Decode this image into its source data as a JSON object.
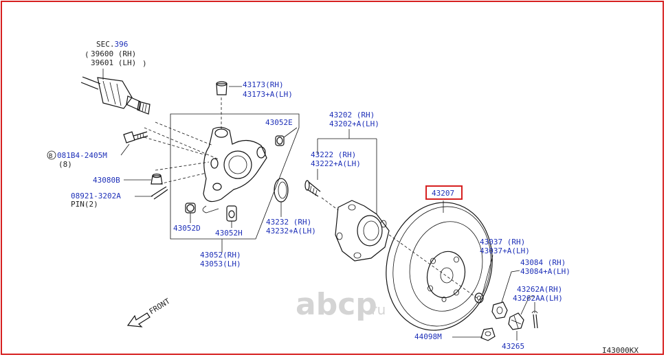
{
  "colors": {
    "frame": "#d61f1f",
    "label": "#1d2fb8",
    "ink": "#111111",
    "watermark": "#c8c8c8"
  },
  "labels": {
    "sec_prefix": "SEC.",
    "sec_num": "396",
    "p39600": "39600 (RH)",
    "p39601": "39601 (LH)",
    "paren_open": "(",
    "paren_close": ")",
    "p43173": "43173(RH)",
    "p43173a": "43173+A(LH)",
    "p43052e": "43052E",
    "p43202": "43202 (RH)",
    "p43202a": "43202+A(LH)",
    "p43222": "43222 (RH)",
    "p43222a": "43222+A(LH)",
    "bolt_code": "081B4-2405M",
    "bolt_circle": "B",
    "bolt_qty": "(8)",
    "p43080b": "43080B",
    "p08921": "08921-3202A",
    "pin": "PIN(2)",
    "p43052d": "43052D",
    "p43052h": "43052H",
    "p43052": "43052(RH)",
    "p43053": "43053(LH)",
    "p43232": "43232 (RH)",
    "p43232a": "43232+A(LH)",
    "p43207": "43207",
    "p43037": "43037 (RH)",
    "p43037a": "43037+A(LH)",
    "p43084": "43084 (RH)",
    "p43084a": "43084+A(LH)",
    "p43262a": "43262A(RH)",
    "p43262aa": "43262AA(LH)",
    "p44098": "44098M",
    "p43265": "43265",
    "front": "FRONT",
    "watermark": "abcp",
    "watermark_tld": ".ru",
    "code": "I43000KX"
  }
}
